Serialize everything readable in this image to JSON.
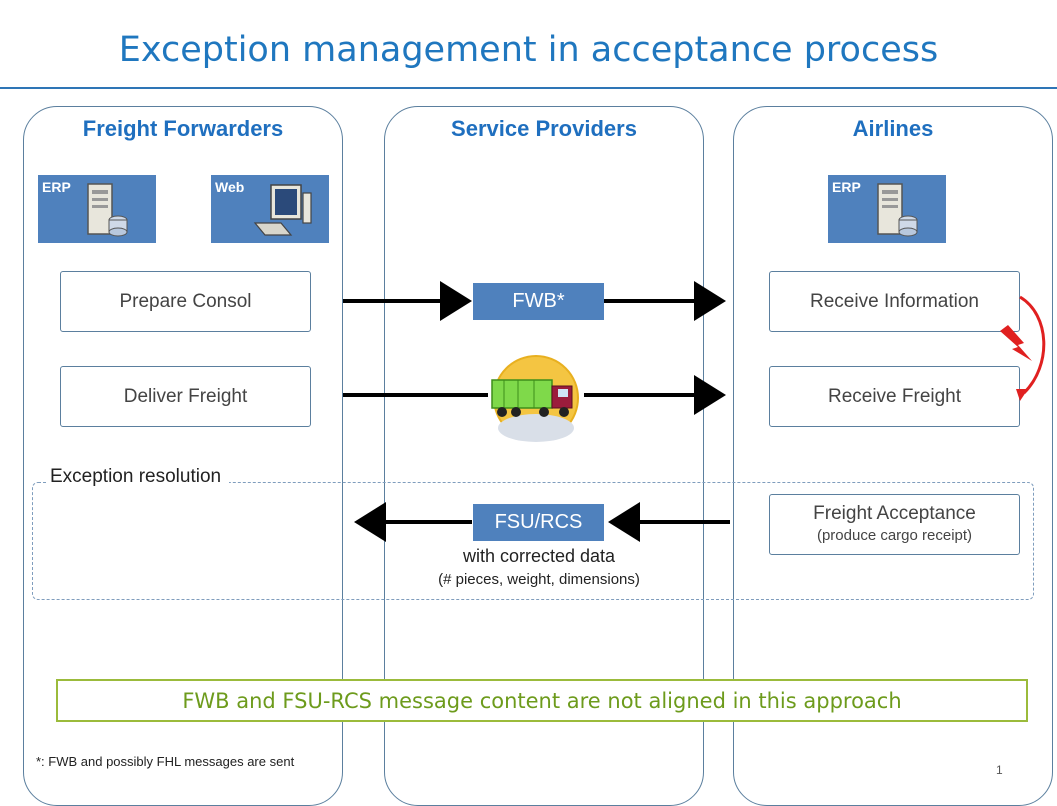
{
  "title": "Exception management in acceptance process",
  "lanes": {
    "forwarders": "Freight Forwarders",
    "providers": "Service Providers",
    "airlines": "Airlines"
  },
  "icons": {
    "forwarder_erp": "ERP",
    "forwarder_web": "Web",
    "airline_erp": "ERP"
  },
  "steps": {
    "prepare_consol": "Prepare Consol",
    "deliver_freight": "Deliver Freight",
    "receive_information": "Receive Information",
    "receive_freight": "Receive Freight",
    "freight_acceptance": "Freight Acceptance",
    "freight_acceptance_sub": "(produce cargo receipt)"
  },
  "messages": {
    "fwb": "FWB*",
    "fsu_rcs": "FSU/RCS",
    "fsu_line1": "with corrected data",
    "fsu_line2": "(# pieces, weight, dimensions)"
  },
  "exception_label": "Exception resolution",
  "callout": "FWB and FSU-RCS message content are not aligned in this approach",
  "footnote": "*: FWB and possibly FHL messages are sent",
  "page_number": "1",
  "colors": {
    "title": "#1f77bf",
    "lane_title": "#1f6fbf",
    "tile": "#4f81bd",
    "callout_border": "#9bbb3b",
    "callout_text": "#6d9b1c",
    "exception_arrow": "#e02020"
  }
}
